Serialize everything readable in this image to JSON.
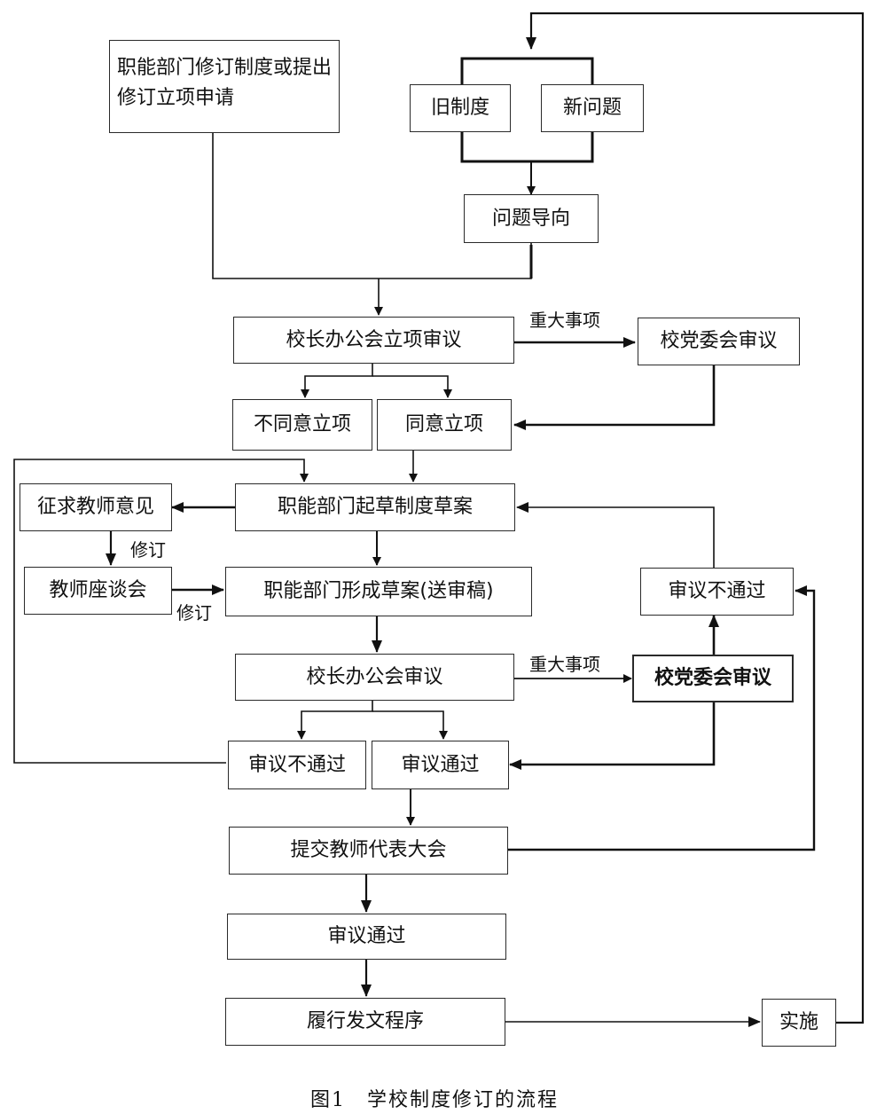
{
  "nodes": {
    "dept_revise_request": "职能部门修订制度或提出修订立项申请",
    "old_system": "旧制度",
    "new_problem": "新问题",
    "problem_oriented": "问题导向",
    "principal_office_project_review": "校长办公会立项审议",
    "party_committee_review_1": "校党委会审议",
    "disagree_project": "不同意立项",
    "agree_project": "同意立项",
    "dept_draft": "职能部门起草制度草案",
    "solicit_teacher_opinions": "征求教师意见",
    "teacher_forum": "教师座谈会",
    "dept_form_draft": "职能部门形成草案(送审稿)",
    "review_failed_right": "审议不通过",
    "principal_office_review": "校长办公会审议",
    "party_committee_review_2": "校党委会审议",
    "review_failed_left": "审议不通过",
    "review_passed_1": "审议通过",
    "submit_teachers_congress": "提交教师代表大会",
    "review_passed_2": "审议通过",
    "issue_document": "履行发文程序",
    "implement": "实施"
  },
  "edge_labels": {
    "major_matter_1": "重大事项",
    "major_matter_2": "重大事项",
    "revise_1": "修订",
    "revise_2": "修订"
  },
  "caption": "图1　学校制度修订的流程"
}
